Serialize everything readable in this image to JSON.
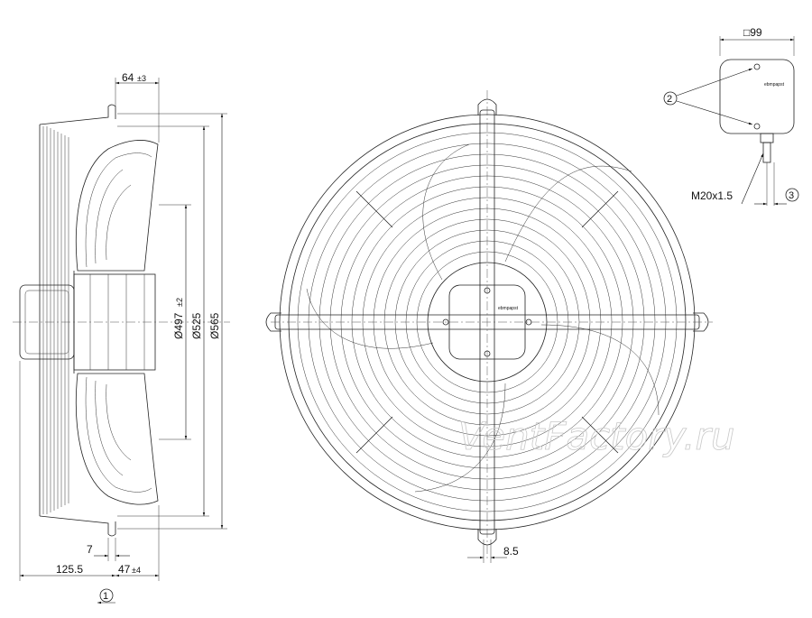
{
  "dimensions": {
    "depth_64": "64",
    "depth_64_tol": "±3",
    "dia_497": "Ø497",
    "dia_497_tol": "±2",
    "dia_525": "Ø525",
    "dia_565": "Ø565",
    "flange_7": "7",
    "offset_125_5": "125.5",
    "depth_47": "47",
    "depth_47_tol": "±4",
    "slot_8_5": "8.5",
    "box_99": "□99",
    "gland_thread": "M20x1.5"
  },
  "callouts": {
    "c1": "1",
    "c2": "2",
    "c3": "3"
  },
  "labels": {
    "brand_small": "ebmpapst",
    "watermark": "VentFactory.ru"
  }
}
